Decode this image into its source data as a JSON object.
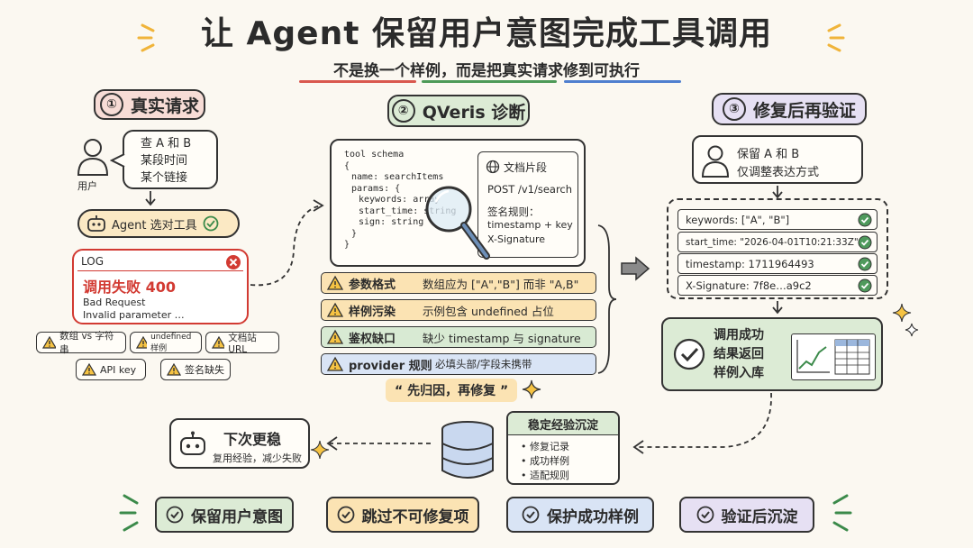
{
  "header": {
    "title": "让 Agent 保留用户意图完成工具调用",
    "subtitle": "不是换一个样例，而是把真实请求修到可执行"
  },
  "section1": {
    "heading": "真实请求",
    "number": "①",
    "user_label": "用户",
    "speech": [
      "查 A 和 B",
      "某段时间",
      "某个链接"
    ],
    "agent_label": "Agent 选对工具",
    "log": {
      "title": "LOG",
      "error": "调用失败 400",
      "lines": [
        "Bad Request",
        "Invalid parameter …"
      ]
    },
    "tags": [
      "数组 vs 字符串",
      "undefined 样例",
      "文档站 URL",
      "API key",
      "签名缺失"
    ]
  },
  "section2": {
    "heading": "QVeris 诊断",
    "number": "②",
    "schema_lines": [
      "tool schema",
      "{",
      "name: searchItems",
      "params: {",
      "keywords: array",
      "start_time: string",
      "sign: string",
      "}",
      "}"
    ],
    "doc": {
      "title": "文档片段",
      "endpoint": "POST /v1/search",
      "rule_label": "签名规则：",
      "rule_lines": [
        "timestamp + key",
        "X-Signature"
      ]
    },
    "rows": [
      {
        "label": "参数格式",
        "text": "数组应为 [\"A\",\"B\"] 而非 \"A,B\"",
        "color": "#fbe3b3"
      },
      {
        "label": "样例污染",
        "text": "示例包含 undefined 占位",
        "color": "#fbe3b3"
      },
      {
        "label": "鉴权缺口",
        "text": "缺少 timestamp 与 signature",
        "color": "#d8ead3"
      },
      {
        "label": "provider 规则",
        "text": "必填头部/字段未携带",
        "color": "#d9e4f5"
      }
    ],
    "quote": "“ 先归因，再修复 ”"
  },
  "section3": {
    "heading": "修复后再验证",
    "number": "③",
    "user_speech": [
      "保留 A 和 B",
      "仅调整表达方式"
    ],
    "fields": [
      "keywords: [\"A\", \"B\"]",
      "start_time: \"2026-04-01T10:21:33Z\"",
      "timestamp: 1711964493",
      "X-Signature: 7f8e…a9c2"
    ],
    "success_lines": [
      "调用成功",
      "结果返回",
      "样例入库"
    ]
  },
  "bottom": {
    "stable_title": "稳定经验沉淀",
    "stable_items": [
      "修复记录",
      "成功样例",
      "适配规则"
    ],
    "next_title": "下次更稳",
    "next_sub": "复用经验，减少失败"
  },
  "pills": [
    "保留用户意图",
    "跳过不可修复项",
    "保护成功样例",
    "验证后沉淀"
  ],
  "colors": {
    "red_bg": "#f7dcd6",
    "green_bg": "#dcebd5",
    "purple_bg": "#e6e0f3",
    "yellow_bg": "#fbe3b3",
    "blue_bg": "#d9e4f5",
    "error_red": "#d23a32",
    "check_green": "#3b8a4a"
  }
}
